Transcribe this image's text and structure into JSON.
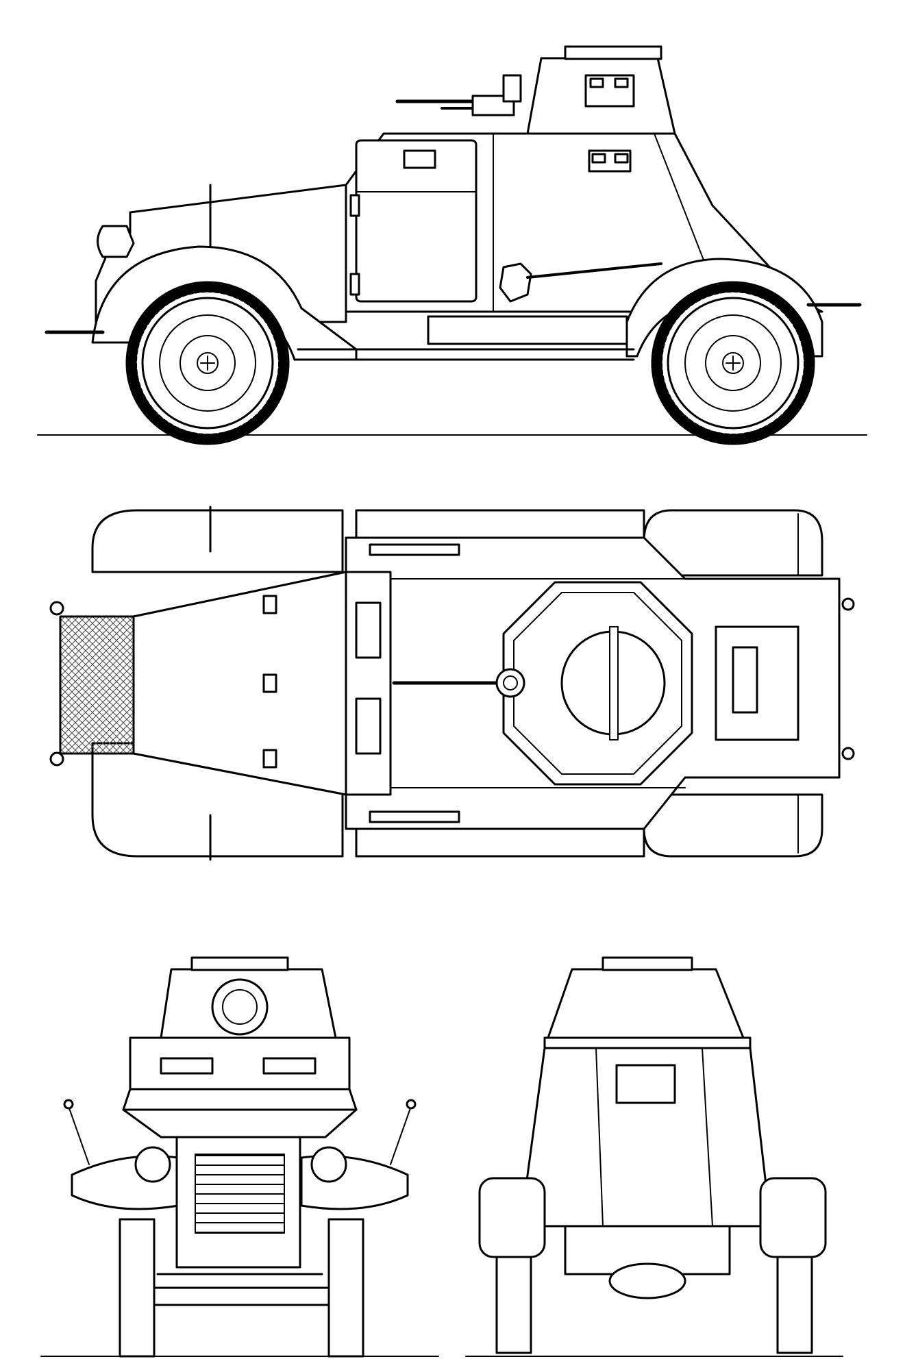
{
  "drawing": {
    "subject": "armored-car",
    "style": "line-art",
    "views": [
      "side-view",
      "top-view",
      "front-view",
      "rear-view"
    ],
    "line_color": "#000000",
    "background_color": "#ffffff",
    "detail_color": "#444444"
  }
}
